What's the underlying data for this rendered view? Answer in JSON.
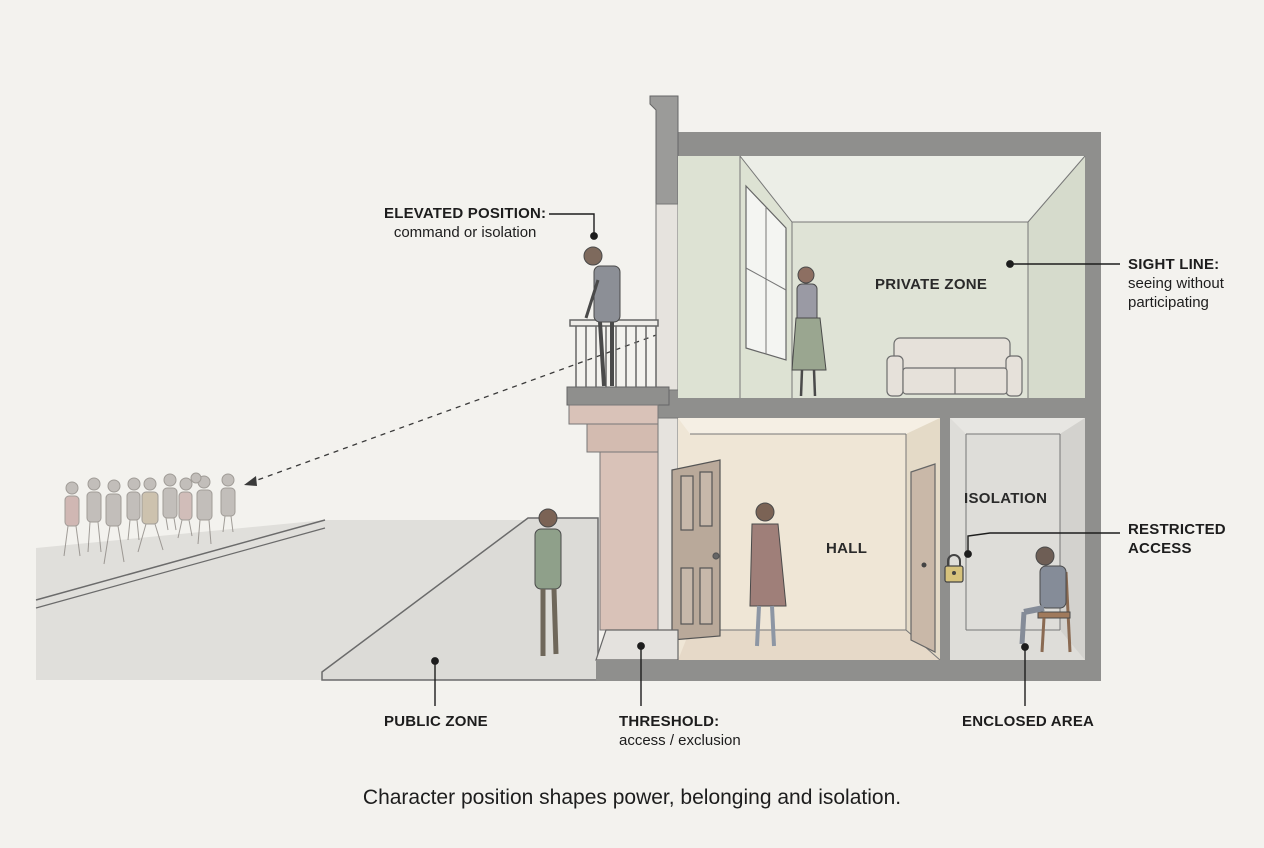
{
  "labels": {
    "elevated_title": "ELEVATED POSITION:",
    "elevated_sub": "command or isolation",
    "sight_title": "SIGHT LINE:",
    "sight_sub1": "seeing without",
    "sight_sub2": "participating",
    "restricted1": "RESTRICTED",
    "restricted2": "ACCESS",
    "public_zone": "PUBLIC ZONE",
    "threshold_title": "THRESHOLD:",
    "threshold_sub": "access / exclusion",
    "enclosed_area": "ENCLOSED AREA"
  },
  "rooms": {
    "private": "PRIVATE ZONE",
    "hall": "HALL",
    "isolation": "ISOLATION"
  },
  "caption": "Character position shapes power, belonging and isolation.",
  "colors": {
    "wall": "#8f8f8d",
    "private_room": "#dfe3d6",
    "hall_room": "#efe6d6",
    "isolation_room": "#deddd9",
    "pavement": "#dcdbd8",
    "pilaster": "#d9c2b8",
    "door": "#b9a99a"
  }
}
